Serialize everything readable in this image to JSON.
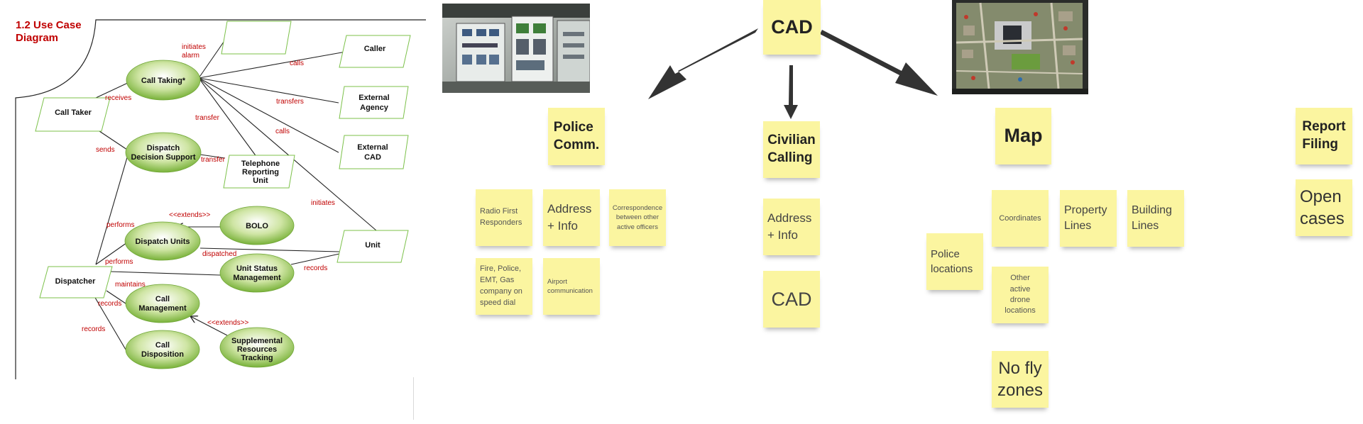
{
  "use_case_diagram": {
    "title_line1": "1.2 Use Case",
    "title_line2": "Diagram",
    "actors": {
      "call_taker": "Call Taker",
      "dispatcher": "Dispatcher",
      "caller": "Caller",
      "external_agency": [
        "External",
        "Agency"
      ],
      "external_cad": [
        "External",
        "CAD"
      ],
      "telephone_reporting_unit": [
        "Telephone",
        "Reporting",
        "Unit"
      ],
      "unit": "Unit"
    },
    "use_cases": {
      "call_taking": "Call Taking*",
      "dispatch_decision_support": [
        "Dispatch",
        "Decision Support"
      ],
      "bolo": "BOLO",
      "dispatch_units": "Dispatch Units",
      "unit_status_management": [
        "Unit Status",
        "Management"
      ],
      "call_management": [
        "Call",
        "Management"
      ],
      "call_disposition": [
        "Call",
        "Disposition"
      ],
      "supplemental_resources_tracking": [
        "Supplemental",
        "Resources",
        "Tracking"
      ]
    },
    "labels": {
      "initiates_alarm": [
        "initiates",
        "alarm"
      ],
      "receives": "receives",
      "calls_caller": "calls",
      "transfers": "transfers",
      "transfer_1": "transfer",
      "calls_cad": "calls",
      "sends": "sends",
      "transfer_2": "transfer",
      "initiates": "initiates",
      "extends_bolo": "<<extends>>",
      "performs_1": "performs",
      "performs_2": "performs",
      "dispatched": "dispatched",
      "records_unit": "records",
      "maintains": "maintains",
      "records_1": "records",
      "records_2": "records",
      "extends_supp": "<<extends>>"
    }
  },
  "board": {
    "cad_title": "CAD",
    "sections": {
      "police_comm": "Police\nComm.",
      "civilian_calling": "Civilian\nCalling",
      "map": "Map",
      "report_filing": "Report\nFiling"
    },
    "police_notes": {
      "radio": "Radio First\nResponders",
      "address": "Address\n+ Info",
      "correspondence": "Correspondence\nbetween other\nactive officers",
      "fire": "Fire, Police,\nEMT, Gas\ncompany on\nspeed dial",
      "airport": "Airport\ncommunication"
    },
    "civilian_notes": {
      "address": "Address\n+ Info",
      "cad": "CAD"
    },
    "map_notes": {
      "police_locations": "Police\nlocations",
      "coordinates": "Coordinates",
      "property_lines": "Property\nLines",
      "building_lines": "Building\nLines",
      "drone_locations": "Other\nactive\ndrone\nlocations",
      "no_fly": "No fly\nzones"
    },
    "report_notes": {
      "open_cases": "Open\ncases"
    }
  },
  "colors": {
    "sticky": "#fbf5a0",
    "label_red": "#c00000",
    "usecase_green": "#8bbd45",
    "actor_border": "#7cc14a"
  }
}
